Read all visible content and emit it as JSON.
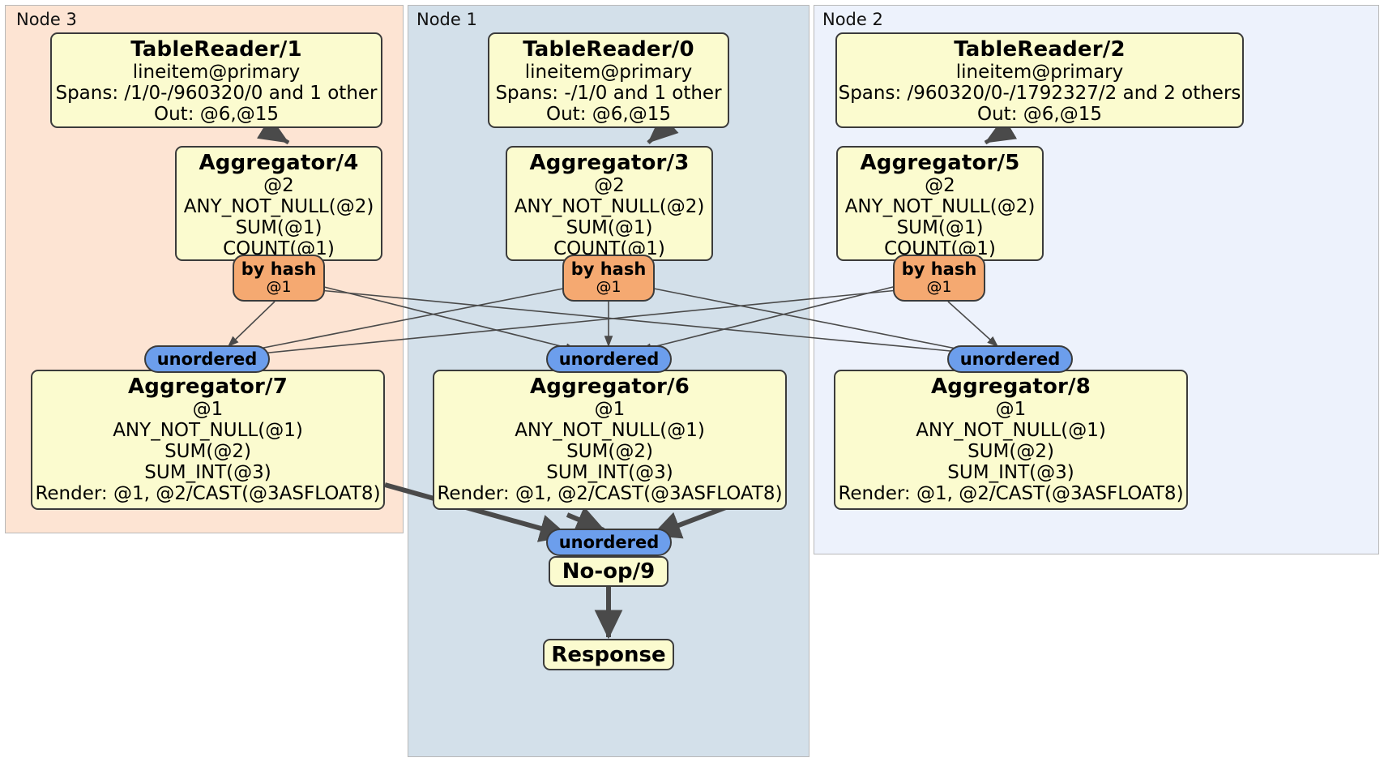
{
  "diagram": {
    "type": "distributed-query-plan",
    "colors": {
      "node3_bg": "#fde4d3",
      "node1_bg": "#d3e0ea",
      "node2_bg": "#edf2fc",
      "box_fill": "#fbfbcf",
      "box_border": "#3b3b3b",
      "hash_oval": "#f5a971",
      "unordered_oval": "#6c9eec",
      "edge_thin": "#4a4a4a",
      "edge_thick": "#4a4a4a"
    }
  },
  "nodes": [
    {
      "id": "node3",
      "label": "Node 3"
    },
    {
      "id": "node1",
      "label": "Node 1"
    },
    {
      "id": "node2",
      "label": "Node 2"
    }
  ],
  "processors": {
    "table_reader_1": {
      "title": "TableReader/1",
      "lines": [
        "lineitem@primary",
        "Spans: /1/0-/960320/0 and 1 other",
        "Out: @6,@15"
      ]
    },
    "table_reader_0": {
      "title": "TableReader/0",
      "lines": [
        "lineitem@primary",
        "Spans: -/1/0 and 1 other",
        "Out: @6,@15"
      ]
    },
    "table_reader_2": {
      "title": "TableReader/2",
      "lines": [
        "lineitem@primary",
        "Spans: /960320/0-/1792327/2 and 2 others",
        "Out: @6,@15"
      ]
    },
    "aggregator_4": {
      "title": "Aggregator/4",
      "lines": [
        "@2",
        "ANY_NOT_NULL(@2)",
        "SUM(@1)",
        "COUNT(@1)"
      ]
    },
    "aggregator_3": {
      "title": "Aggregator/3",
      "lines": [
        "@2",
        "ANY_NOT_NULL(@2)",
        "SUM(@1)",
        "COUNT(@1)"
      ]
    },
    "aggregator_5": {
      "title": "Aggregator/5",
      "lines": [
        "@2",
        "ANY_NOT_NULL(@2)",
        "SUM(@1)",
        "COUNT(@1)"
      ]
    },
    "aggregator_7": {
      "title": "Aggregator/7",
      "lines": [
        "@1",
        "ANY_NOT_NULL(@1)",
        "SUM(@2)",
        "SUM_INT(@3)",
        "Render: @1, @2/CAST(@3ASFLOAT8)"
      ]
    },
    "aggregator_6": {
      "title": "Aggregator/6",
      "lines": [
        "@1",
        "ANY_NOT_NULL(@1)",
        "SUM(@2)",
        "SUM_INT(@3)",
        "Render: @1, @2/CAST(@3ASFLOAT8)"
      ]
    },
    "aggregator_8": {
      "title": "Aggregator/8",
      "lines": [
        "@1",
        "ANY_NOT_NULL(@1)",
        "SUM(@2)",
        "SUM_INT(@3)",
        "Render: @1, @2/CAST(@3ASFLOAT8)"
      ]
    },
    "noop_9": {
      "title": "No-op/9"
    },
    "response": {
      "title": "Response"
    }
  },
  "routers": {
    "hash_left": {
      "label": "by hash",
      "sub": "@1"
    },
    "hash_center": {
      "label": "by hash",
      "sub": "@1"
    },
    "hash_right": {
      "label": "by hash",
      "sub": "@1"
    },
    "unordered_left": {
      "label": "unordered"
    },
    "unordered_center": {
      "label": "unordered"
    },
    "unordered_right": {
      "label": "unordered"
    },
    "unordered_final": {
      "label": "unordered"
    }
  }
}
